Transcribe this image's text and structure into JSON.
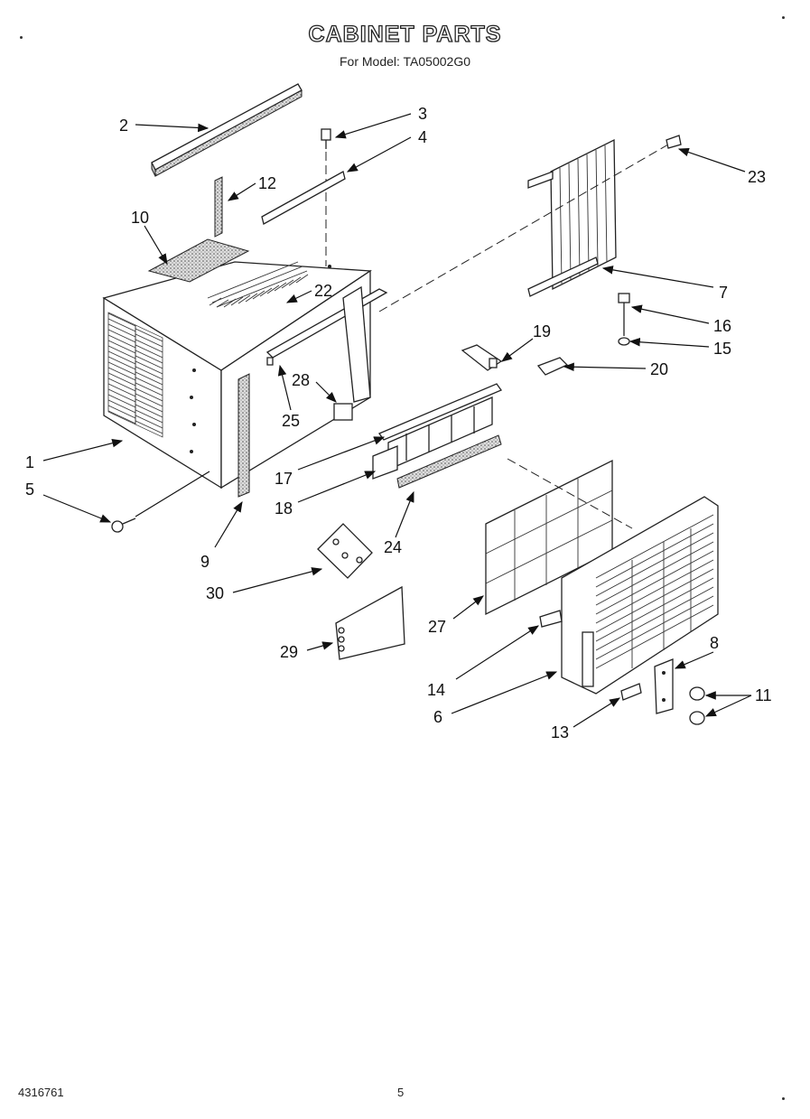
{
  "header": {
    "title": "CABINET PARTS",
    "subtitle": "For Model: TA05002G0"
  },
  "footer": {
    "doc_number": "4316761",
    "page_number": "5"
  },
  "callouts": {
    "c1": "1",
    "c2": "2",
    "c3": "3",
    "c4": "4",
    "c5": "5",
    "c6": "6",
    "c7": "7",
    "c8": "8",
    "c9": "9",
    "c10": "10",
    "c11": "11",
    "c12": "12",
    "c13": "13",
    "c14": "14",
    "c15": "15",
    "c16": "16",
    "c17": "17",
    "c18": "18",
    "c19": "19",
    "c20": "20",
    "c22": "22",
    "c23": "23",
    "c24": "24",
    "c25": "25",
    "c27": "27",
    "c28": "28",
    "c29": "29",
    "c30": "30"
  }
}
